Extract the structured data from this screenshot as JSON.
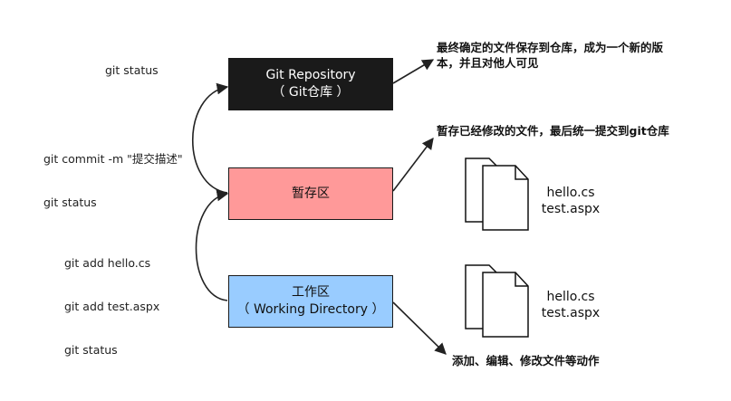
{
  "commands": {
    "status_top": "git status",
    "commit_line1": "git commit -m \"提交描述\"",
    "commit_line2": "git status",
    "add_line1": "git add hello.cs",
    "add_line2": "git add test.aspx",
    "add_line3": "git status"
  },
  "boxes": {
    "repository": {
      "line1": "Git Repository",
      "line2": "（ Git仓库 ）",
      "fill": "#1a1a1a",
      "text_color": "#ffffff"
    },
    "staging": {
      "line1": "暂存区",
      "fill": "#ff9999"
    },
    "working": {
      "line1": "工作区",
      "line2": "（ Working Directory ）",
      "fill": "#99ccff"
    }
  },
  "descriptions": {
    "repository_line1": "最终确定的文件保存到仓库，成为一个新的版",
    "repository_line2": "本，并且对他人可见",
    "staging": "暂存已经修改的文件，最后统一提交到git仓库",
    "working": "添加、编辑、修改文件等动作"
  },
  "files": {
    "staging": [
      "hello.cs",
      "test.aspx"
    ],
    "working": [
      "hello.cs",
      "test.aspx"
    ]
  }
}
